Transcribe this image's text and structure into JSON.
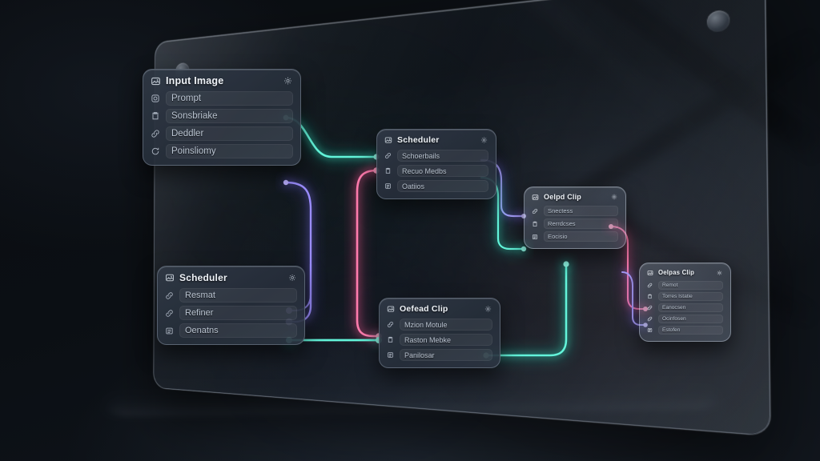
{
  "app": {
    "title": "Node Graph Editor",
    "accent_teal": "#2fe0c0",
    "accent_purple": "#7b6cf0",
    "accent_pink": "#f0548f",
    "panel_border": "#d0dae6",
    "node_bg": "#2c3542",
    "text_primary": "#eef2f7",
    "text_secondary": "#b9c3d0"
  },
  "panel": {
    "corner_dot_left": "status-dot",
    "corner_dot_right": "status-dot"
  },
  "nodes": [
    {
      "id": "input-image",
      "title": "Input Image",
      "header_icon": "image-icon",
      "settings_icon": "gear-icon",
      "rows": [
        {
          "label": "Prompt",
          "icon": "camera-icon"
        },
        {
          "label": "Sonsbriake",
          "icon": "clipboard-icon"
        },
        {
          "label": "Deddler",
          "icon": "link-icon"
        },
        {
          "label": "Poinsliomy",
          "icon": "refresh-icon"
        }
      ]
    },
    {
      "id": "scheduler-left",
      "title": "Scheduler",
      "header_icon": "image-icon",
      "settings_icon": "gear-icon",
      "rows": [
        {
          "label": "Resmat",
          "icon": "link-icon"
        },
        {
          "label": "Refiner",
          "icon": "link-icon"
        },
        {
          "label": "Oenatns",
          "icon": "list-icon"
        }
      ]
    },
    {
      "id": "scheduler-mid",
      "title": "Scheduler",
      "header_icon": "image-icon",
      "settings_icon": "gear-icon",
      "rows": [
        {
          "label": "Schoerbails",
          "icon": "link-icon"
        },
        {
          "label": "Recuo Medbs",
          "icon": "clipboard-icon"
        },
        {
          "label": "Oatiios",
          "icon": "list-icon"
        }
      ]
    },
    {
      "id": "output-clip-mid",
      "title": "Oefead Clip",
      "header_icon": "image-icon",
      "settings_icon": "gear-icon",
      "rows": [
        {
          "label": "Mzion Motule",
          "icon": "link-icon"
        },
        {
          "label": "Raston Mebke",
          "icon": "clipboard-icon"
        },
        {
          "label": "Panilosar",
          "icon": "list-icon"
        }
      ]
    },
    {
      "id": "output-clip-right",
      "title": "Oelpd Clip",
      "header_icon": "image-icon",
      "settings_icon": "gear-icon",
      "rows": [
        {
          "label": "Snectess",
          "icon": "link-icon"
        },
        {
          "label": "Rerrdcses",
          "icon": "clipboard-icon"
        },
        {
          "label": "Eocisio",
          "icon": "list-icon"
        }
      ]
    },
    {
      "id": "output-clip-far",
      "title": "Oelpas Clip",
      "header_icon": "image-icon",
      "settings_icon": "gear-icon",
      "rows": [
        {
          "label": "Remot",
          "icon": "link-icon"
        },
        {
          "label": "Torres Istatie",
          "icon": "clipboard-icon"
        },
        {
          "label": "Eanocsen",
          "icon": "link-icon"
        },
        {
          "label": "Ocinfosen",
          "icon": "link-icon"
        },
        {
          "label": "Estofen",
          "icon": "list-icon"
        }
      ]
    }
  ],
  "connections": [
    {
      "id": "input-to-scheduler-mid",
      "color": "#2fe0c0",
      "from": "input-image",
      "to": "scheduler-mid"
    },
    {
      "id": "input-to-scheduler-left",
      "color": "#7b6cf0",
      "from": "input-image",
      "to": "scheduler-left"
    },
    {
      "id": "scheduler-mid-to-clip-mid",
      "color": "#f0548f",
      "from": "scheduler-mid",
      "to": "output-clip-mid"
    },
    {
      "id": "scheduler-left-to-clip-mid",
      "color": "#2fe0c0",
      "from": "scheduler-left",
      "to": "output-clip-mid"
    },
    {
      "id": "scheduler-mid-to-clip-right-purple",
      "color": "#7b6cf0",
      "from": "scheduler-mid",
      "to": "output-clip-right"
    },
    {
      "id": "scheduler-mid-to-clip-right-teal",
      "color": "#2fe0c0",
      "from": "scheduler-mid",
      "to": "output-clip-right"
    },
    {
      "id": "clip-right-to-clip-far-pink",
      "color": "#f0548f",
      "from": "output-clip-right",
      "to": "output-clip-far"
    },
    {
      "id": "clip-right-to-clip-far-purple",
      "color": "#7b6cf0",
      "from": "output-clip-right",
      "to": "output-clip-far"
    },
    {
      "id": "clip-right-to-clip-mid-teal",
      "color": "#2fe0c0",
      "from": "output-clip-right",
      "to": "output-clip-mid"
    }
  ]
}
